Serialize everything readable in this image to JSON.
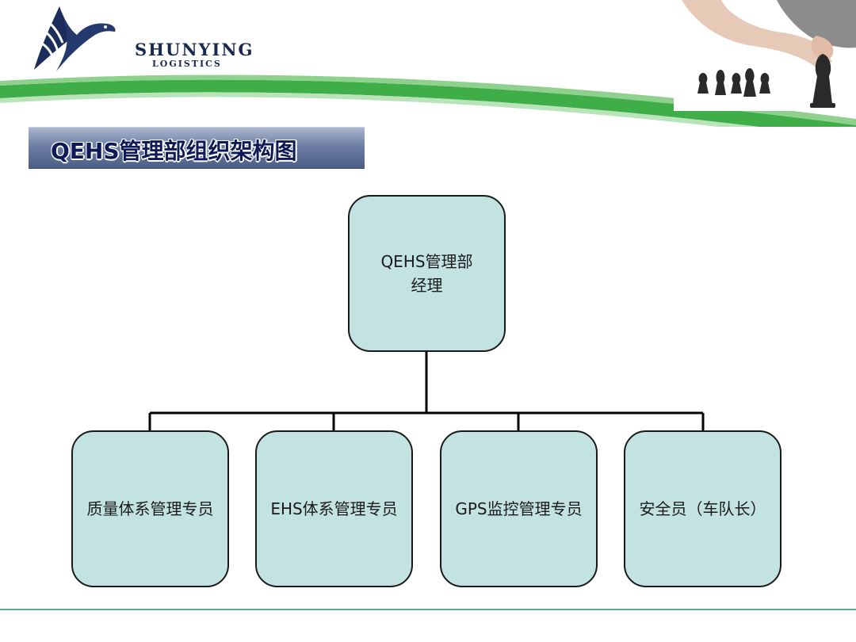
{
  "brand": {
    "name": "SHUNYING",
    "sub": "LOGISTICS"
  },
  "slide": {
    "title": "QEHS管理部组织架构图"
  },
  "org_chart": {
    "root": "QEHS管理部\n经理",
    "children": [
      "质量体系管理专员",
      "EHS体系管理专员",
      "GPS监控管理专员",
      "安全员（车队长）"
    ]
  },
  "colors": {
    "node_fill": "#c3e2e2",
    "title_text": "#0d1a55",
    "arc_green": "#3fae49",
    "brand_navy": "#18294d"
  }
}
